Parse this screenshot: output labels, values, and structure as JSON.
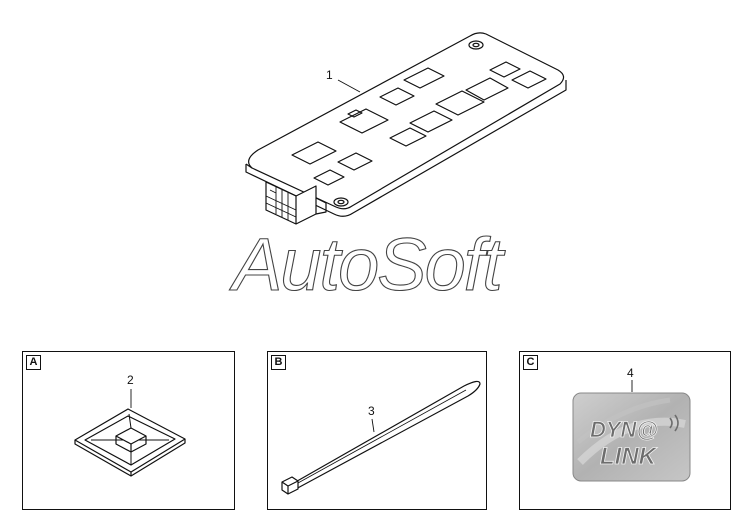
{
  "parts": {
    "main_unit": {
      "callout": "1",
      "icon": "control-module-icon"
    },
    "panels": [
      {
        "letter": "A",
        "callout": "2",
        "icon": "cable-tie-mount-icon"
      },
      {
        "letter": "B",
        "callout": "3",
        "icon": "cable-tie-icon"
      },
      {
        "letter": "C",
        "callout": "4",
        "icon": "dynalink-badge-icon"
      }
    ]
  },
  "badge": {
    "line1": "DYN@",
    "line2": "LINK"
  },
  "watermark": {
    "text": "AutoSoft"
  },
  "colors": {
    "line": "#111111",
    "badge_bg": "#b7b7b7",
    "badge_text": "#6d6d6d"
  }
}
